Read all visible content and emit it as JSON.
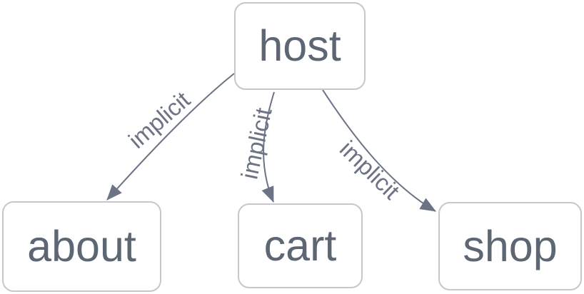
{
  "diagram": {
    "type": "flowchart",
    "direction": "top-down",
    "background": "#ffffff",
    "colors": {
      "node_fill": "#ffffff",
      "node_border": "#c5c7cb",
      "node_text": "#5d6673",
      "edge": "#6b7385",
      "edge_label_text": "#6b7385"
    },
    "nodes": [
      {
        "id": "host",
        "label": "host"
      },
      {
        "id": "about",
        "label": "about"
      },
      {
        "id": "cart",
        "label": "cart"
      },
      {
        "id": "shop",
        "label": "shop"
      }
    ],
    "edges": [
      {
        "from": "host",
        "to": "about",
        "label": "implicit",
        "arrow": "arrowhead-icon"
      },
      {
        "from": "host",
        "to": "cart",
        "label": "implicit",
        "arrow": "arrowhead-icon"
      },
      {
        "from": "host",
        "to": "shop",
        "label": "implicit",
        "arrow": "arrowhead-icon"
      }
    ]
  }
}
